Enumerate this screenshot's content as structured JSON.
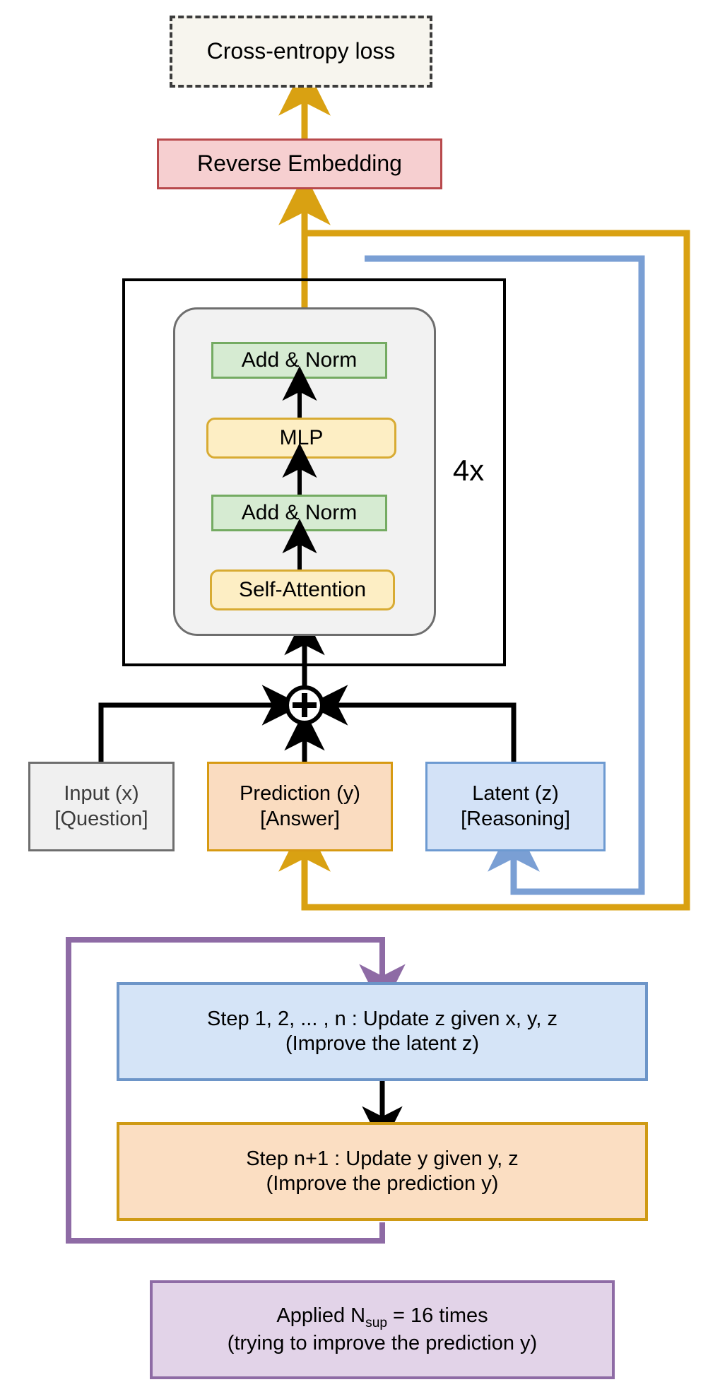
{
  "diagram": {
    "title": "Recursive latent reasoning transformer architecture",
    "colors": {
      "loss_fill": "#f7f5ee",
      "loss_stroke": "#3c3c3c",
      "reverse_fill": "#f6cfd0",
      "reverse_stroke": "#b8494c",
      "addnorm_fill": "#d6ebd2",
      "addnorm_stroke": "#74ab62",
      "mlp_fill": "#fdeec4",
      "mlp_stroke": "#d8ab33",
      "panel_fill": "#f2f2f2",
      "panel_stroke": "#6e6e6e",
      "input_fill": "#f0f0f0",
      "input_stroke": "#6e6e6e",
      "prediction_fill": "#fadcc0",
      "prediction_stroke": "#d79a12",
      "latent_fill": "#d3e2f7",
      "latent_stroke": "#6d9ad1",
      "purple_fill": "#e2d3e8",
      "purple_stroke": "#8e6ba5",
      "y_path": "#d9a112",
      "z_path": "#7a9fd4",
      "loop_path": "#8e6ba5",
      "black_path": "#000000"
    },
    "loss": {
      "label": "Cross-entropy loss"
    },
    "reverse_embedding": {
      "label": "Reverse Embedding"
    },
    "transformer": {
      "repeat_label": "4x",
      "layers": [
        {
          "name": "add-norm-top",
          "label": "Add & Norm"
        },
        {
          "name": "mlp",
          "label": "MLP"
        },
        {
          "name": "add-norm-bottom",
          "label": "Add & Norm"
        },
        {
          "name": "self-attention",
          "label": "Self-Attention"
        }
      ]
    },
    "sum_node": {
      "symbol": "+"
    },
    "io_boxes": [
      {
        "name": "input",
        "line1": "Input (x)",
        "line2": "[Question]"
      },
      {
        "name": "prediction",
        "line1": "Prediction (y)",
        "line2": "[Answer]"
      },
      {
        "name": "latent",
        "line1": "Latent (z)",
        "line2": "[Reasoning]"
      }
    ],
    "schedule": [
      {
        "name": "update-z-step",
        "line1": "Step 1, 2, ... , n : Update z given x, y, z",
        "line2": "(Improve the latent z)"
      },
      {
        "name": "update-y-step",
        "line1": "Step n+1 : Update y given y, z",
        "line2": "(Improve the prediction y)"
      }
    ],
    "supervision": {
      "prefix": "Applied N",
      "subscript": "sup",
      "suffix": " = 16 times",
      "line2": "(trying to improve the prediction y)"
    }
  }
}
